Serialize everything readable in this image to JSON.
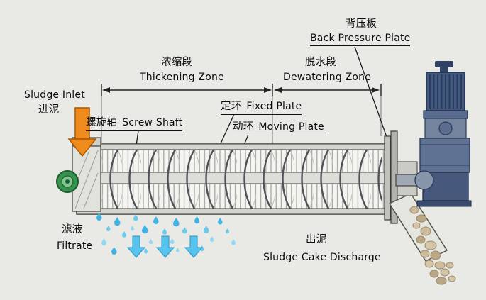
{
  "labels": {
    "back_pressure": {
      "zh": "背压板",
      "en": "Back Pressure Plate"
    },
    "thickening_zone": {
      "zh": "浓缩段",
      "en": "Thickening Zone"
    },
    "dewatering_zone": {
      "zh": "脱水段",
      "en": "Dewatering Zone"
    },
    "sludge_inlet": {
      "en": "Sludge Inlet",
      "zh": "进泥"
    },
    "screw_shaft": {
      "zh": "螺旋轴",
      "en": "Screw Shaft"
    },
    "fixed_plate": {
      "zh": "定环",
      "en": "Fixed Plate"
    },
    "moving_plate": {
      "zh": "动环",
      "en": "Moving Plate"
    },
    "filtrate": {
      "zh": "滤液",
      "en": "Filtrate"
    },
    "sludge_discharge": {
      "zh": "出泥",
      "en": "Sludge Cake Discharge"
    }
  },
  "colors": {
    "background": "#e9e9e6",
    "inlet_arrow_orange": "#f08c1e",
    "filtrate_blue": "#4fc0ec",
    "motor_navy": "#44597f",
    "sludge_cake_tan": "#c9b696",
    "bearing_green": "#37944d",
    "line_black": "#1a1a1a"
  }
}
